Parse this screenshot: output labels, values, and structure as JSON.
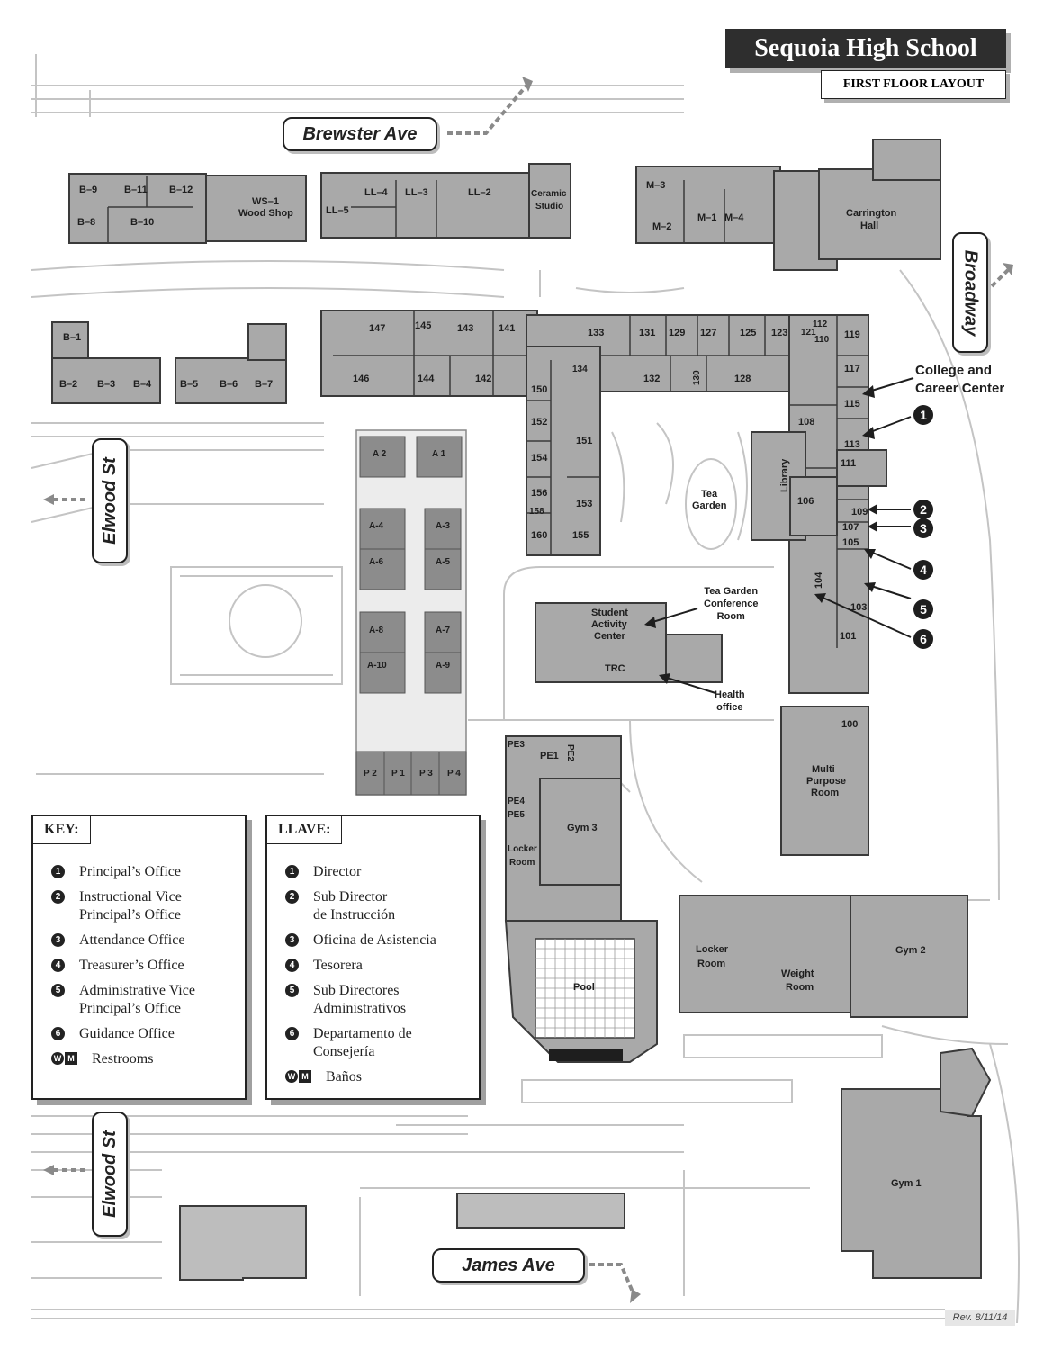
{
  "title": "Sequoia High School",
  "subtitle": "FIRST FLOOR LAYOUT",
  "revision": "Rev. 8/11/14",
  "streets": {
    "brewster": "Brewster Ave",
    "broadway": "Broadway",
    "elwood_top": "Elwood St",
    "elwood_bottom": "Elwood St",
    "james": "James Ave"
  },
  "callouts": {
    "college": "College and\nCareer Center",
    "tea_conf": "Tea Garden\nConference\nRoom",
    "health": "Health\noffice"
  },
  "markers": [
    "1",
    "2",
    "3",
    "4",
    "5",
    "6"
  ],
  "rooms": {
    "b9": "B–9",
    "b11": "B–11",
    "b12": "B–12",
    "b8": "B–8",
    "b10": "B–10",
    "ws1": "WS–1",
    "woodshop": "Wood Shop",
    "ll4": "LL–4",
    "ll3": "LL–3",
    "ll2": "LL–2",
    "ll5": "LL–5",
    "ceramic1": "Ceramic",
    "ceramic2": "Studio",
    "m3": "M–3",
    "m2": "M–2",
    "m1": "M–1",
    "m4": "M–4",
    "carrington1": "Carrington",
    "carrington2": "Hall",
    "b1": "B–1",
    "b2": "B–2",
    "b3": "B–3",
    "b4": "B–4",
    "b5": "B–5",
    "b6": "B–6",
    "b7": "B–7",
    "r147": "147",
    "r145": "145",
    "r143": "143",
    "r141": "141",
    "r146": "146",
    "r144": "144",
    "r142": "142",
    "r133": "133",
    "r131": "131",
    "r129": "129",
    "r127": "127",
    "r125": "125",
    "r123": "123",
    "r121": "121",
    "r112": "112",
    "r110": "110",
    "r119": "119",
    "r117": "117",
    "r115": "115",
    "r113": "113",
    "r111": "111",
    "r109": "109",
    "r107": "107",
    "r105": "105",
    "r103": "103",
    "r101": "101",
    "r104": "104",
    "r106": "106",
    "r108": "108",
    "r100": "100",
    "r134": "134",
    "r132": "132",
    "r130": "130",
    "r128": "128",
    "r150": "150",
    "r152": "152",
    "r154": "154",
    "r156": "156",
    "r158": "158",
    "r160": "160",
    "r151": "151",
    "r153": "153",
    "r155": "155",
    "library": "Library",
    "tea1": "Tea",
    "tea2": "Garden",
    "sac1": "Student",
    "sac2": "Activity",
    "sac3": "Center",
    "trc": "TRC",
    "a2": "A 2",
    "a1": "A 1",
    "a4": "A-4",
    "a3": "A-3",
    "a6": "A-6",
    "a5": "A-5",
    "a8": "A-8",
    "a7": "A-7",
    "a10": "A-10",
    "a9": "A-9",
    "p2": "P 2",
    "p1": "P 1",
    "p3": "P 3",
    "p4": "P 4",
    "pe3": "PE3",
    "pe1": "PE1",
    "pe2": "PE2",
    "pe4": "PE4",
    "pe5": "PE5",
    "gym3": "Gym 3",
    "locker1": "Locker",
    "locker2": "Room",
    "pool": "Pool",
    "mpr1": "Multi",
    "mpr2": "Purpose",
    "mpr3": "Room",
    "lockerb1": "Locker",
    "lockerb2": "Room",
    "weight1": "Weight",
    "weight2": "Room",
    "gym2": "Gym 2",
    "gym1": "Gym 1"
  },
  "key": {
    "heading": "KEY:",
    "items": [
      {
        "num": "1",
        "label": "Principal’s Office"
      },
      {
        "num": "2",
        "label": "Instructional Vice\nPrincipal’s Office"
      },
      {
        "num": "3",
        "label": "Attendance Office"
      },
      {
        "num": "4",
        "label": "Treasurer’s Office"
      },
      {
        "num": "5",
        "label": "Administrative Vice\nPrincipal’s Office"
      },
      {
        "num": "6",
        "label": "Guidance Office"
      }
    ],
    "restroom_label": "Restrooms"
  },
  "llave": {
    "heading": "LLAVE:",
    "items": [
      {
        "num": "1",
        "label": "Director"
      },
      {
        "num": "2",
        "label": "Sub Director\nde Instrucción"
      },
      {
        "num": "3",
        "label": "Oficina de Asistencia"
      },
      {
        "num": "4",
        "label": "Tesorera"
      },
      {
        "num": "5",
        "label": "Sub Directores\nAdministrativos"
      },
      {
        "num": "6",
        "label": "Departamento de\nConsejería"
      }
    ],
    "restroom_label": "Baños"
  },
  "restroom_icon": {
    "w": "W",
    "m": "M"
  },
  "colors": {
    "building": "#a9a9a9",
    "classroom_light": "#d0d0d0",
    "ink": "#1e1e1e",
    "paths": "#c4c4c4"
  }
}
